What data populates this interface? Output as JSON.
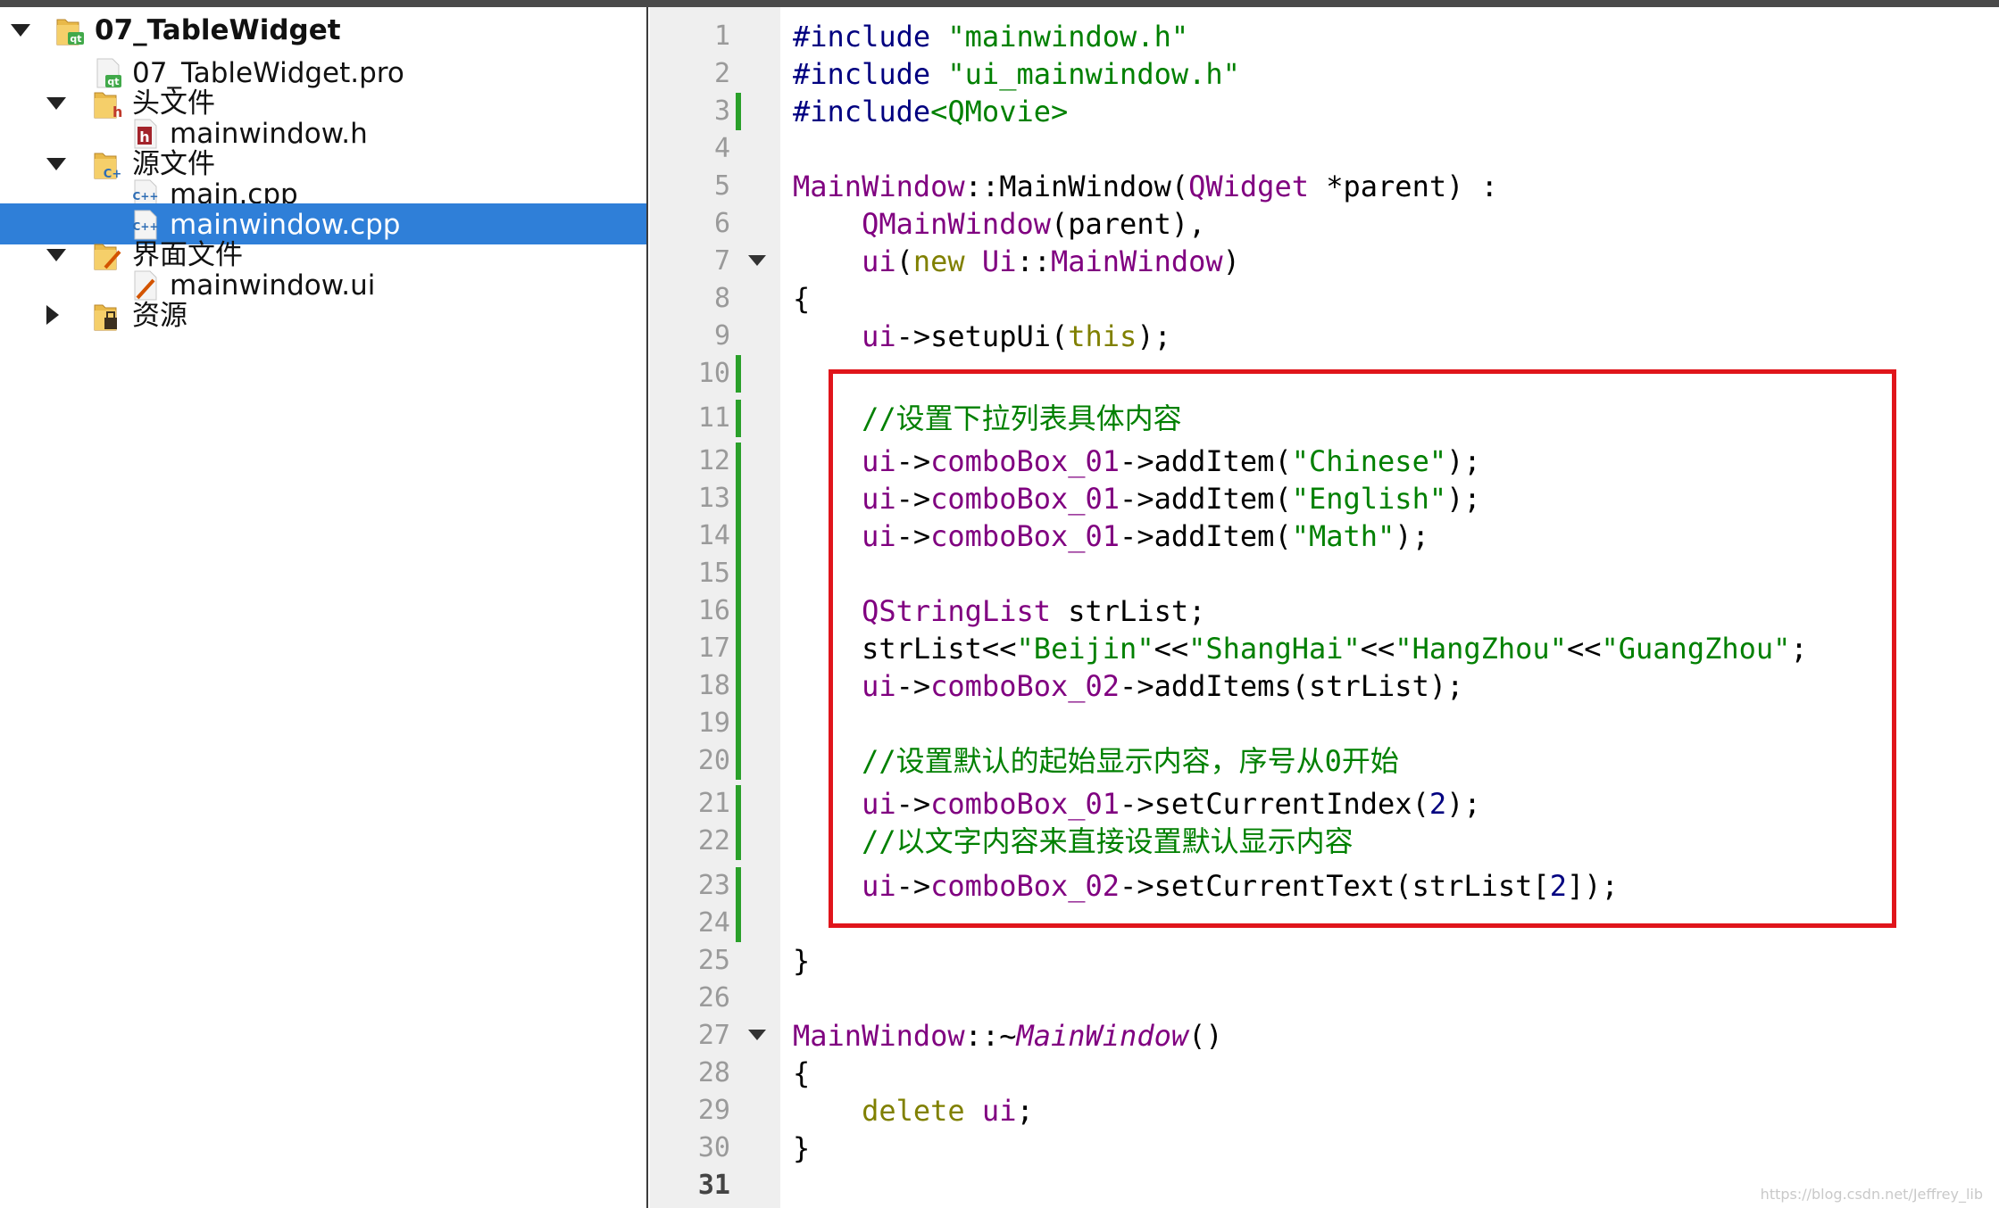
{
  "project_tree": {
    "items": [
      {
        "label": "07_TableWidget",
        "level": 0,
        "expanded": true,
        "icon": "qt-project-folder-icon",
        "bold": true
      },
      {
        "label": "07_TableWidget.pro",
        "level": 1,
        "icon": "qt-pro-file-icon"
      },
      {
        "label": "头文件",
        "level": 1,
        "expanded": true,
        "icon": "header-folder-icon"
      },
      {
        "label": "mainwindow.h",
        "level": 2,
        "icon": "header-file-icon"
      },
      {
        "label": "源文件",
        "level": 1,
        "expanded": true,
        "icon": "source-folder-icon"
      },
      {
        "label": "main.cpp",
        "level": 2,
        "icon": "cpp-file-icon"
      },
      {
        "label": "mainwindow.cpp",
        "level": 2,
        "icon": "cpp-file-icon",
        "selected": true
      },
      {
        "label": "界面文件",
        "level": 1,
        "expanded": true,
        "icon": "forms-folder-icon"
      },
      {
        "label": "mainwindow.ui",
        "level": 2,
        "icon": "ui-file-icon"
      },
      {
        "label": "资源",
        "level": 1,
        "expanded": false,
        "icon": "resources-folder-icon"
      }
    ]
  },
  "editor": {
    "current_line": 31,
    "lines": [
      {
        "n": "1",
        "tokens": [
          [
            "p",
            "#include "
          ],
          [
            "s",
            "\"mainwindow.h\""
          ]
        ]
      },
      {
        "n": "2",
        "tokens": [
          [
            "p",
            "#include "
          ],
          [
            "s",
            "\"ui_mainwindow.h\""
          ]
        ]
      },
      {
        "n": "3",
        "modified": true,
        "tokens": [
          [
            "p",
            "#include"
          ],
          [
            "s",
            "<QMovie>"
          ]
        ]
      },
      {
        "n": "4",
        "tokens": []
      },
      {
        "n": "5",
        "tokens": [
          [
            "m",
            "MainWindow"
          ],
          [
            "x",
            "::"
          ],
          [
            "x",
            "MainWindow("
          ],
          [
            "m",
            "QWidget"
          ],
          [
            "x",
            " *parent) :"
          ]
        ]
      },
      {
        "n": "6",
        "tokens": [
          [
            "x",
            "    "
          ],
          [
            "m",
            "QMainWindow"
          ],
          [
            "x",
            "(parent),"
          ]
        ]
      },
      {
        "n": "7",
        "fold": true,
        "tokens": [
          [
            "x",
            "    "
          ],
          [
            "m",
            "ui"
          ],
          [
            "x",
            "("
          ],
          [
            "k",
            "new"
          ],
          [
            "x",
            " "
          ],
          [
            "m",
            "Ui"
          ],
          [
            "x",
            "::"
          ],
          [
            "m",
            "MainWindow"
          ],
          [
            "x",
            ")"
          ]
        ]
      },
      {
        "n": "8",
        "tokens": [
          [
            "x",
            "{"
          ]
        ]
      },
      {
        "n": "9",
        "tokens": [
          [
            "x",
            "    "
          ],
          [
            "m",
            "ui"
          ],
          [
            "x",
            "->setupUi("
          ],
          [
            "k",
            "this"
          ],
          [
            "x",
            ");"
          ]
        ]
      },
      {
        "n": "10",
        "modified": true,
        "tokens": []
      },
      {
        "n": "11",
        "modified": true,
        "tokens": [
          [
            "x",
            "    "
          ],
          [
            "c",
            "//设置下拉列表具体内容"
          ]
        ]
      },
      {
        "n": "12",
        "modified": true,
        "tokens": [
          [
            "x",
            "    "
          ],
          [
            "m",
            "ui"
          ],
          [
            "x",
            "->"
          ],
          [
            "m",
            "comboBox_01"
          ],
          [
            "x",
            "->addItem("
          ],
          [
            "s",
            "\"Chinese\""
          ],
          [
            "x",
            ");"
          ]
        ]
      },
      {
        "n": "13",
        "modified": true,
        "tokens": [
          [
            "x",
            "    "
          ],
          [
            "m",
            "ui"
          ],
          [
            "x",
            "->"
          ],
          [
            "m",
            "comboBox_01"
          ],
          [
            "x",
            "->addItem("
          ],
          [
            "s",
            "\"English\""
          ],
          [
            "x",
            ");"
          ]
        ]
      },
      {
        "n": "14",
        "modified": true,
        "tokens": [
          [
            "x",
            "    "
          ],
          [
            "m",
            "ui"
          ],
          [
            "x",
            "->"
          ],
          [
            "m",
            "comboBox_01"
          ],
          [
            "x",
            "->addItem("
          ],
          [
            "s",
            "\"Math\""
          ],
          [
            "x",
            ");"
          ]
        ]
      },
      {
        "n": "15",
        "modified": true,
        "tokens": []
      },
      {
        "n": "16",
        "modified": true,
        "tokens": [
          [
            "x",
            "    "
          ],
          [
            "m",
            "QStringList"
          ],
          [
            "x",
            " strList;"
          ]
        ]
      },
      {
        "n": "17",
        "modified": true,
        "tokens": [
          [
            "x",
            "    strList<<"
          ],
          [
            "s",
            "\"Beijin\""
          ],
          [
            "x",
            "<<"
          ],
          [
            "s",
            "\"ShangHai\""
          ],
          [
            "x",
            "<<"
          ],
          [
            "s",
            "\"HangZhou\""
          ],
          [
            "x",
            "<<"
          ],
          [
            "s",
            "\"GuangZhou\""
          ],
          [
            "x",
            ";"
          ]
        ]
      },
      {
        "n": "18",
        "modified": true,
        "tokens": [
          [
            "x",
            "    "
          ],
          [
            "m",
            "ui"
          ],
          [
            "x",
            "->"
          ],
          [
            "m",
            "comboBox_02"
          ],
          [
            "x",
            "->addItems(strList);"
          ]
        ]
      },
      {
        "n": "19",
        "modified": true,
        "tokens": []
      },
      {
        "n": "20",
        "modified": true,
        "tokens": [
          [
            "x",
            "    "
          ],
          [
            "c",
            "//设置默认的起始显示内容，序号从0开始"
          ]
        ]
      },
      {
        "n": "21",
        "modified": true,
        "tokens": [
          [
            "x",
            "    "
          ],
          [
            "m",
            "ui"
          ],
          [
            "x",
            "->"
          ],
          [
            "m",
            "comboBox_01"
          ],
          [
            "x",
            "->setCurrentIndex("
          ],
          [
            "n",
            "2"
          ],
          [
            "x",
            ");"
          ]
        ]
      },
      {
        "n": "22",
        "modified": true,
        "tokens": [
          [
            "x",
            "    "
          ],
          [
            "c",
            "//以文字内容来直接设置默认显示内容"
          ]
        ]
      },
      {
        "n": "23",
        "modified": true,
        "tokens": [
          [
            "x",
            "    "
          ],
          [
            "m",
            "ui"
          ],
          [
            "x",
            "->"
          ],
          [
            "m",
            "comboBox_02"
          ],
          [
            "x",
            "->setCurrentText(strList["
          ],
          [
            "n",
            "2"
          ],
          [
            "x",
            "]);"
          ]
        ]
      },
      {
        "n": "24",
        "modified": true,
        "tokens": []
      },
      {
        "n": "25",
        "tokens": [
          [
            "x",
            "}"
          ]
        ]
      },
      {
        "n": "26",
        "tokens": []
      },
      {
        "n": "27",
        "fold": true,
        "tokens": [
          [
            "m",
            "MainWindow"
          ],
          [
            "x",
            "::~"
          ],
          [
            "i",
            "MainWindow"
          ],
          [
            "x",
            "()"
          ]
        ]
      },
      {
        "n": "28",
        "tokens": [
          [
            "x",
            "{"
          ]
        ]
      },
      {
        "n": "29",
        "tokens": [
          [
            "x",
            "    "
          ],
          [
            "k",
            "delete"
          ],
          [
            "x",
            " "
          ],
          [
            "m",
            "ui"
          ],
          [
            "x",
            ";"
          ]
        ]
      },
      {
        "n": "30",
        "tokens": [
          [
            "x",
            "}"
          ]
        ]
      },
      {
        "n": "31",
        "tokens": []
      }
    ]
  },
  "watermark": "https://blog.csdn.net/Jeffrey_lib"
}
